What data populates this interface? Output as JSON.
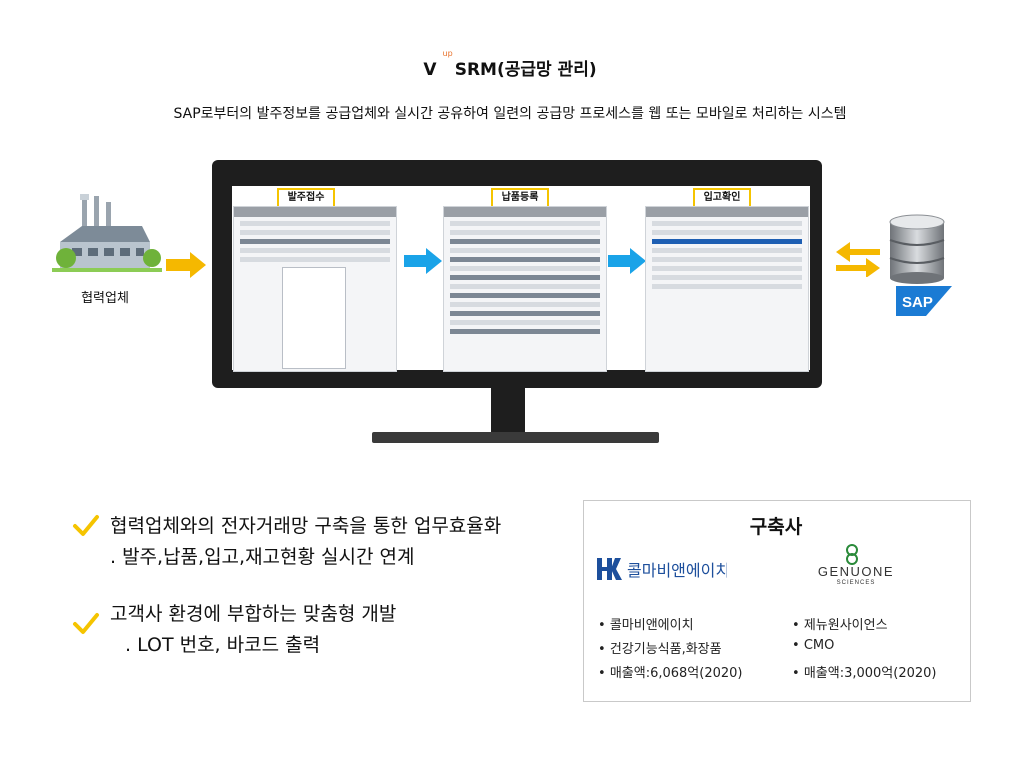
{
  "header": {
    "title_v": "V",
    "title_sup": "up",
    "title_rest": "SRM(공급망 관리)",
    "subtitle": "SAP로부터의 발주정보를 공급업체와 실시간 공유하여 일련의 공급망 프로세스를 웹 또는 모바일로 처리하는 시스템"
  },
  "diagram": {
    "partner_label": "협력업체",
    "steps": [
      "발주접수",
      "납품등록",
      "입고확인"
    ],
    "sap_label": "SAP",
    "colors": {
      "arrow_yellow": "#f5b800",
      "arrow_blue": "#1aa3e8",
      "label_border": "#f5c400"
    }
  },
  "features": [
    {
      "line1": "협력업체와의 전자거래망 구축을 통한 업무효율화",
      "line2": ". 발주,납품,입고,재고현황 실시간 연계"
    },
    {
      "line1": "고객사 환경에 부합하는 맞춤형 개발",
      "line2": ". LOT 번호, 바코드 출력"
    }
  ],
  "builders": {
    "title": "구축사",
    "clients": [
      {
        "logo_text": "콜마비앤에이치",
        "logo_mark": "HK",
        "items": [
          "콜마비앤에이치",
          "건강기능식품,화장품",
          "매출액:6,068억(2020)"
        ]
      },
      {
        "logo_text": "GENUONE",
        "logo_subtext": "SCIENCES",
        "items": [
          "제뉴원사이언스",
          "CMO",
          "매출액:3,000억(2020)"
        ]
      }
    ]
  }
}
